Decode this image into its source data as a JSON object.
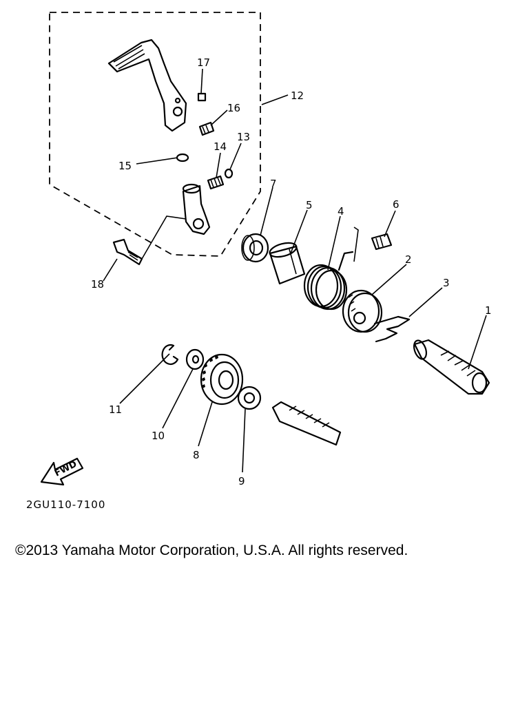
{
  "diagram": {
    "callouts": [
      "1",
      "2",
      "3",
      "4",
      "5",
      "6",
      "7",
      "8",
      "9",
      "10",
      "11",
      "12",
      "13",
      "14",
      "15",
      "16",
      "17",
      "18"
    ],
    "fwd_label": "FWD",
    "drawing_code": "2GU110-7100"
  },
  "footer": {
    "copyright": "©2013 Yamaha Motor Corporation, U.S.A. All rights reserved."
  }
}
